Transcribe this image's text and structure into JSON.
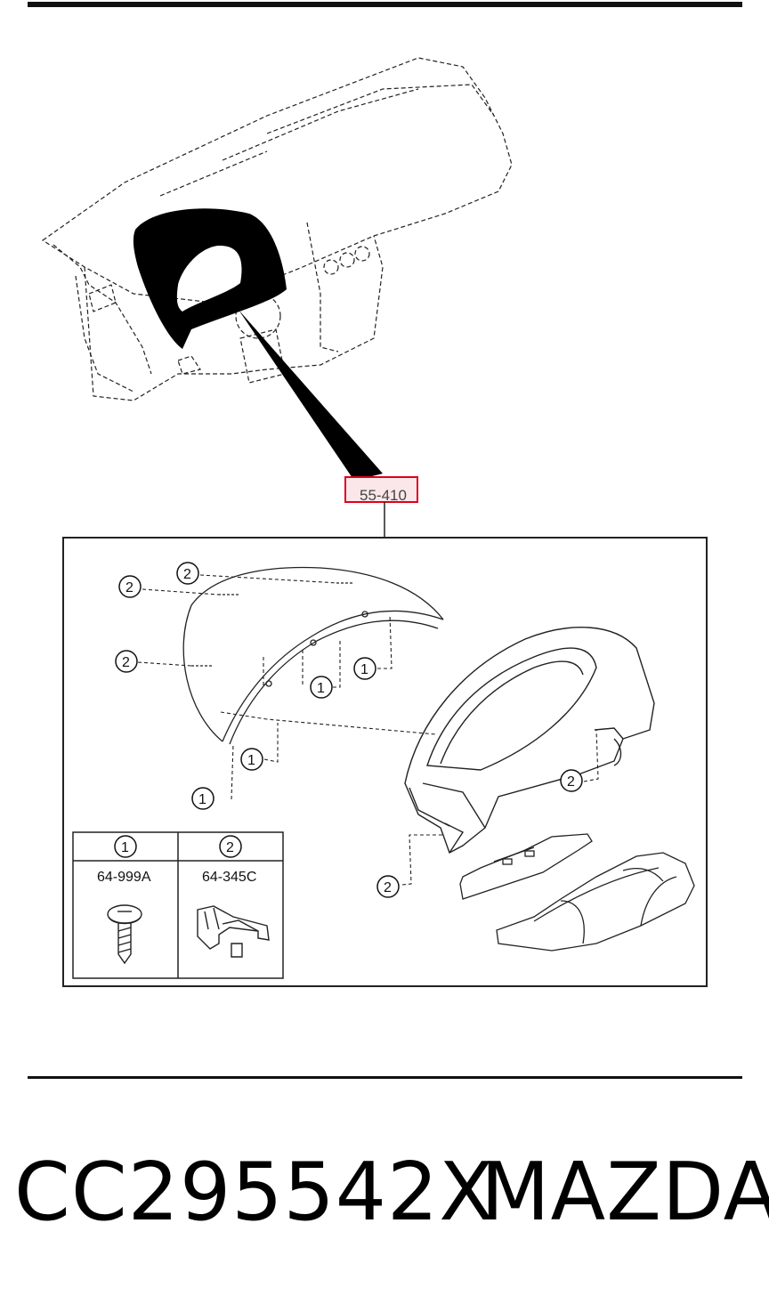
{
  "reference": {
    "label": "55-410",
    "highlight_color": "#e0001a"
  },
  "callouts": [
    {
      "number": "1"
    },
    {
      "number": "2"
    }
  ],
  "legend": {
    "columns": [
      {
        "number": "1",
        "part": "64-999A",
        "icon": "screw-icon"
      },
      {
        "number": "2",
        "part": "64-345C",
        "icon": "clip-icon"
      }
    ]
  },
  "footer": {
    "part_code": "CC295542X",
    "brand": "MAZDA"
  }
}
